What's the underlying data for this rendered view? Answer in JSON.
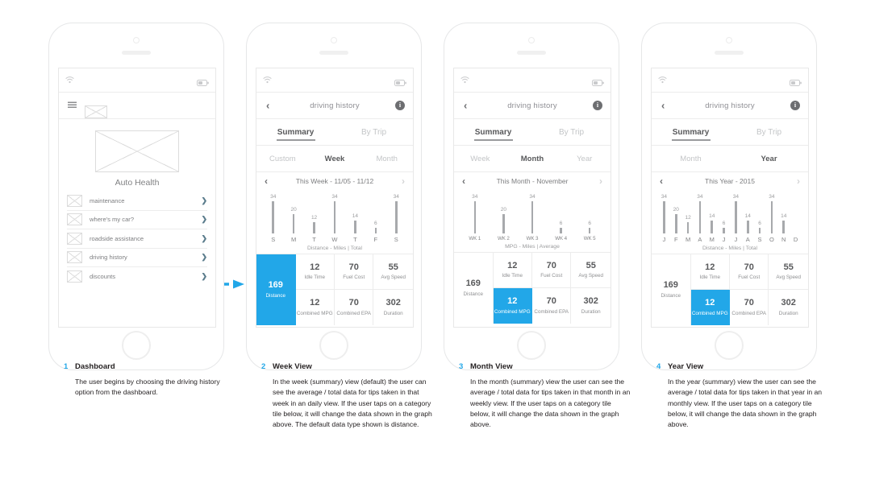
{
  "accent_color": "#22a7e8",
  "panels": [
    {
      "id": "dashboard",
      "type": "dashboard",
      "status": {
        "wifi": "wifi-icon",
        "battery": "battery-icon"
      },
      "nav": {
        "menu": "hamburger-icon",
        "mail": "envelope-icon"
      },
      "hero_title": "Auto Health",
      "list": [
        {
          "label": "maintenance"
        },
        {
          "label": "where's my car?"
        },
        {
          "label": "roadside assistance"
        },
        {
          "label": "driving history"
        },
        {
          "label": "discounts"
        }
      ],
      "caption": {
        "number": "1",
        "title": "Dashboard",
        "body": "The user begins by choosing the driving history option from the dashboard."
      }
    },
    {
      "id": "week",
      "type": "history",
      "nav_title": "driving history",
      "info_glyph": "i",
      "tabs": [
        {
          "label": "Summary",
          "active": true
        },
        {
          "label": "By Trip",
          "active": false
        }
      ],
      "ranges": [
        {
          "label": "Custom",
          "active": false
        },
        {
          "label": "Week",
          "active": true
        },
        {
          "label": "Month",
          "active": false
        }
      ],
      "pager_label": "This Week - 11/05 - 11/12",
      "chart_data": {
        "type": "bar",
        "title": "This Week - 11/05 - 11/12",
        "categories": [
          "S",
          "M",
          "T",
          "W",
          "T",
          "F",
          "S"
        ],
        "values": [
          34,
          20,
          12,
          34,
          14,
          6,
          34
        ],
        "xlabel": "Distance - Miles | Total",
        "ylabel": "",
        "ylim": [
          0,
          34
        ],
        "grid": false,
        "legend": "none"
      },
      "big_tile": {
        "value": "169",
        "label": "Distance",
        "selected": true
      },
      "tiles": [
        {
          "value": "12",
          "label": "Idle Time",
          "selected": false
        },
        {
          "value": "70",
          "label": "Fuel Cost",
          "selected": false
        },
        {
          "value": "55",
          "label": "Avg Speed",
          "selected": false
        },
        {
          "value": "12",
          "label": "Combined MPG",
          "selected": false
        },
        {
          "value": "70",
          "label": "Combined EPA",
          "selected": false
        },
        {
          "value": "302",
          "label": "Duration",
          "selected": false
        }
      ],
      "caption": {
        "number": "2",
        "title": "Week View",
        "body": "In the week (summary) view (default) the user can see the average / total data for tips taken in that week in an daily view. If the user taps on a category tile below, it will change the data shown in the graph above. The default data type shown is distance."
      }
    },
    {
      "id": "month",
      "type": "history",
      "nav_title": "driving history",
      "info_glyph": "i",
      "tabs": [
        {
          "label": "Summary",
          "active": true
        },
        {
          "label": "By Trip",
          "active": false
        }
      ],
      "ranges": [
        {
          "label": "Week",
          "active": false
        },
        {
          "label": "Month",
          "active": true
        },
        {
          "label": "Year",
          "active": false
        }
      ],
      "pager_label": "This Month - November",
      "chart_data": {
        "type": "bar",
        "title": "This Month - November",
        "categories": [
          "WK 1",
          "WK 2",
          "WK 3",
          "WK 4",
          "WK 5"
        ],
        "values": [
          34,
          20,
          34,
          6,
          6
        ],
        "xlabel": "MPG - Miles | Average",
        "ylabel": "",
        "ylim": [
          0,
          34
        ],
        "grid": false,
        "legend": "none"
      },
      "big_tile": {
        "value": "169",
        "label": "Distance",
        "selected": false
      },
      "tiles": [
        {
          "value": "12",
          "label": "Idle Time",
          "selected": false
        },
        {
          "value": "70",
          "label": "Fuel Cost",
          "selected": false
        },
        {
          "value": "55",
          "label": "Avg Speed",
          "selected": false
        },
        {
          "value": "12",
          "label": "Combined MPG",
          "selected": true
        },
        {
          "value": "70",
          "label": "Combined EPA",
          "selected": false
        },
        {
          "value": "302",
          "label": "Duration",
          "selected": false
        }
      ],
      "caption": {
        "number": "3",
        "title": "Month View",
        "body": "In the month (summary) view the user can see the average / total  data for tips taken in that month in an weekly view. If the user taps on a category tile below, it will change the data shown in the graph above."
      }
    },
    {
      "id": "year",
      "type": "history",
      "nav_title": "driving history",
      "info_glyph": "i",
      "tabs": [
        {
          "label": "Summary",
          "active": true
        },
        {
          "label": "By Trip",
          "active": false
        }
      ],
      "ranges": [
        {
          "label": "Month",
          "active": false
        },
        {
          "label": "Year",
          "active": true
        }
      ],
      "pager_label": "This Year - 2015",
      "chart_data": {
        "type": "bar",
        "title": "This Year - 2015",
        "categories": [
          "J",
          "F",
          "M",
          "A",
          "M",
          "J",
          "J",
          "A",
          "S",
          "O",
          "N",
          "D"
        ],
        "values": [
          34,
          20,
          12,
          34,
          14,
          6,
          34,
          14,
          6,
          34,
          14,
          0
        ],
        "xlabel": "Distance - Miles | Total",
        "ylabel": "",
        "ylim": [
          0,
          34
        ],
        "grid": false,
        "legend": "none"
      },
      "big_tile": {
        "value": "169",
        "label": "Distance",
        "selected": false
      },
      "tiles": [
        {
          "value": "12",
          "label": "Idle Time",
          "selected": false
        },
        {
          "value": "70",
          "label": "Fuel Cost",
          "selected": false
        },
        {
          "value": "55",
          "label": "Avg Speed",
          "selected": false
        },
        {
          "value": "12",
          "label": "Combined MPG",
          "selected": true
        },
        {
          "value": "70",
          "label": "Combined EPA",
          "selected": false
        },
        {
          "value": "302",
          "label": "Duration",
          "selected": false
        }
      ],
      "caption": {
        "number": "4",
        "title": "Year View",
        "body": "In the year (summary) view the user can see the average / total  data for tips taken in that year in an monthly view. If the user taps on a category tile below, it will change the data shown in the graph above."
      }
    }
  ]
}
